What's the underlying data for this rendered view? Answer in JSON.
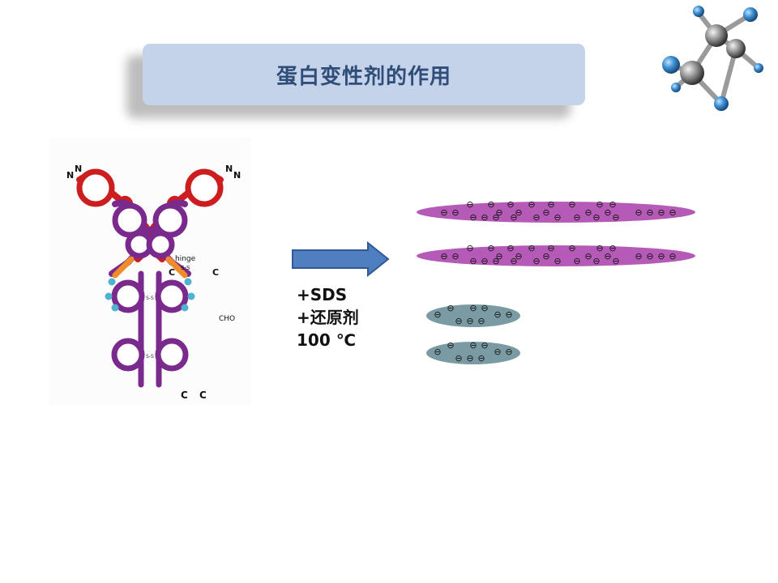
{
  "title": "蛋白变性剂的作用",
  "antibody_labels": {
    "n_left": "N",
    "n_left_2": "N",
    "n_right": "N",
    "n_right_2": "N",
    "hinge": "hinge",
    "ss_hinge": "S-S",
    "c_left": "C",
    "c_right": "C",
    "cho": "CHO",
    "c_bottom_left": "C",
    "c_bottom_right": "C",
    "ss": "S-S"
  },
  "conditions": {
    "line1": "+SDS",
    "line2": "+还原剂",
    "line3": "100 ℃"
  },
  "charge_symbol": "⊖",
  "colors": {
    "title_bg": "#c4d3ea",
    "title_text": "#2f4d78",
    "heavy_chain": "#7a2a8c",
    "light_chain": "#cc1e1e",
    "hinge": "#f08c2a",
    "glycan": "#4fb2cf",
    "arrow_fill": "#4f7fbf",
    "arrow_stroke": "#2d5a95",
    "heavy_product": "#b65ab8",
    "light_product": "#7a9ba3"
  },
  "icons": {
    "molecule": "molecule-icon",
    "arrow": "right-arrow-icon"
  }
}
